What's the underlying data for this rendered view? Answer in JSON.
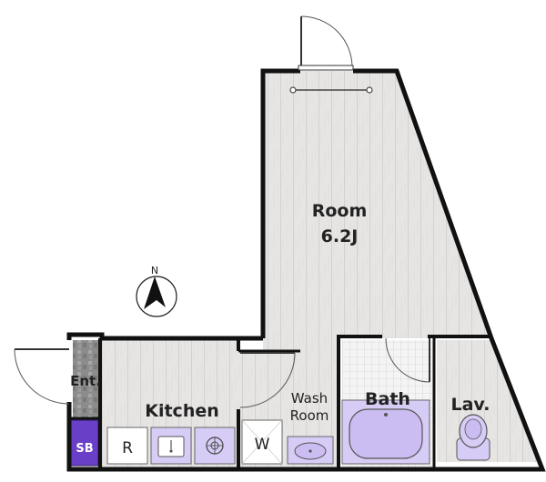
{
  "rooms": {
    "room_name": "Room",
    "room_size": "6.2J",
    "kitchen": "Kitchen",
    "wash_room_line1": "Wash",
    "wash_room_line2": "Room",
    "bath": "Bath",
    "lavatory": "Lav.",
    "entrance": "Ent.",
    "shoe_box": "SB"
  },
  "fixtures": {
    "refrigerator": "R",
    "washing_machine": "W"
  },
  "compass": {
    "north_label": "N"
  },
  "colors": {
    "floor_wood": "#e7e5e3",
    "bath_tile": "#f2f2f2",
    "fixture_purple": "#d7ccf5",
    "shoe_box": "#6a3fc8",
    "wall": "#111111",
    "entrance_tile": "#8c8c8c"
  }
}
